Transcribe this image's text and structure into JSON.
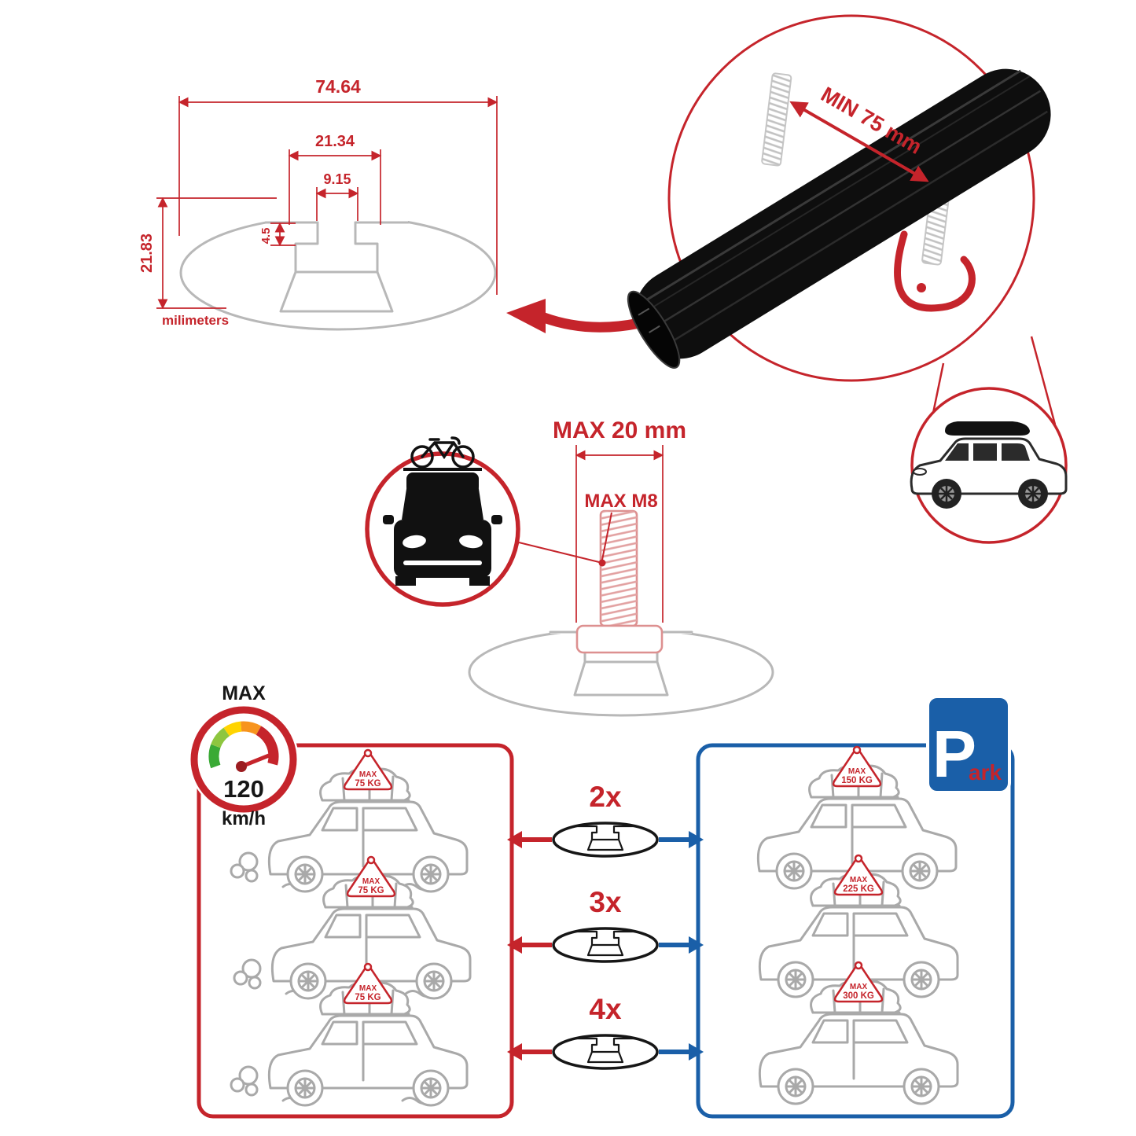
{
  "colors": {
    "red": "#c5242b",
    "blue": "#1a5fa8",
    "sketch_gray": "#a9a9a9",
    "bar_black": "#0e0e0e"
  },
  "dimension_diagram": {
    "total_width": "74.64",
    "channel_width": "21.34",
    "slot_width": "9.15",
    "slot_depth": "4.5",
    "total_height": "21.83",
    "units": "milimeters"
  },
  "magnified_view": {
    "clamp_min": "MIN 75 mm"
  },
  "bolt_diagram": {
    "max_length": "MAX 20 mm",
    "max_thread": "MAX M8"
  },
  "speed_badge": {
    "label": "MAX",
    "value": "120",
    "unit": "km/h"
  },
  "park_sign": {
    "letter": "P",
    "suffix": "ark"
  },
  "comparison": {
    "multipliers": [
      "2x",
      "3x",
      "4x"
    ],
    "driving_loads": [
      {
        "l1": "MAX",
        "l2": "75 KG"
      },
      {
        "l1": "MAX",
        "l2": "75 KG"
      },
      {
        "l1": "MAX",
        "l2": "75 KG"
      }
    ],
    "parked_loads": [
      {
        "l1": "MAX",
        "l2": "150 KG"
      },
      {
        "l1": "MAX",
        "l2": "225 KG"
      },
      {
        "l1": "MAX",
        "l2": "300 KG"
      }
    ]
  }
}
